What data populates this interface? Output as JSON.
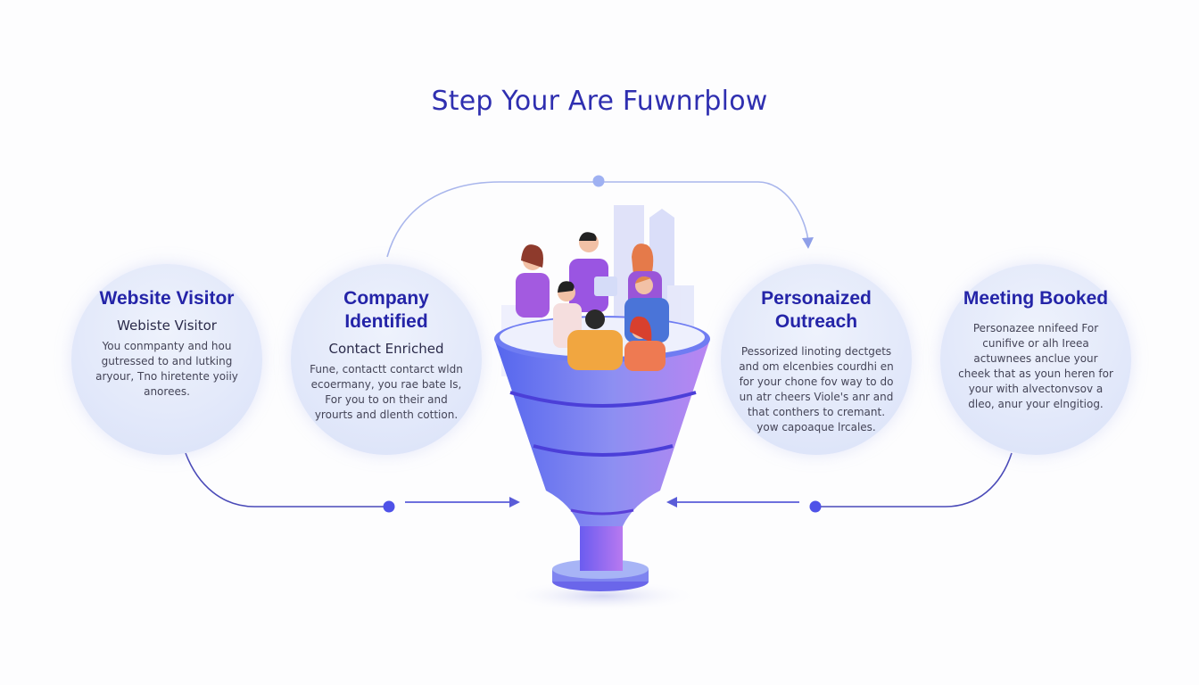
{
  "title": "Step Your Are Fuwnrþlow",
  "steps": [
    {
      "heading": "Website Visitor",
      "subheading": "Webiste Visitor",
      "body": "You conmpanty and hou gutressed to and lutking aryour, Tno hiretente yoiiy anorees."
    },
    {
      "heading": "Company Identified",
      "subheading": "Contact Enriched",
      "body": "Fune, contactt contarct wldn ecoermany, you rae bate Is, For you to on their and yrourts and dlenth cottion."
    },
    {
      "heading": "Personaized Outreach",
      "subheading": "",
      "body": "Pessorized linoting dectgets and om elcenbies courdhi en for your chone fov way to do un atr cheers Viole's anr and that conthers to cremant. yow capoaque lrcales."
    },
    {
      "heading": "Meeting Booked",
      "subheading": "",
      "body": "Personazee nnifeed For cunifive or alh Ireea actuwnees anclue your cheek that as youn heren for your with alvectonvsov a dleo, anur your elngitiog."
    }
  ],
  "colors": {
    "title": "#2f2fb0",
    "heading": "#2424a8",
    "connector_dark": "#4a4ab8",
    "connector_light": "#9fb0ea",
    "dot": "#4f52e8",
    "funnel_blue": "#5a6cf0",
    "funnel_purple": "#b183f0"
  },
  "illustration": {
    "center": "funnel-with-team-icon"
  }
}
